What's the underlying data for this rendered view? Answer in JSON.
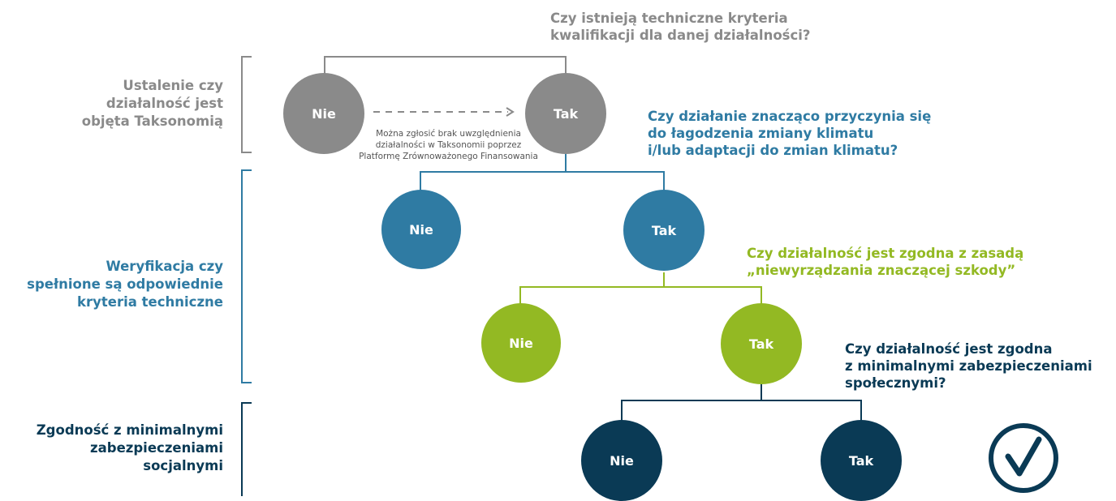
{
  "colors": {
    "gray": "#8a8a8a",
    "blue": "#2f7ba3",
    "green": "#93b923",
    "navy": "#0a3a55"
  },
  "sections": {
    "coverage": "Ustalenie czy\ndziałalność jest\nobjęta Taksonomią",
    "technical": "Weryfikacja czy\nspełnione są odpowiednie\nkryteria techniczne",
    "safeguards": "Zgodność z minimalnymi\nzabezpieczeniami\nsocjalnymi"
  },
  "questions": {
    "q1": "Czy istnieją techniczne kryteria\nkwalifikacji dla danej działalności?",
    "q2": "Czy działanie znacząco przyczynia się\ndo łagodzenia zmiany klimatu\ni/lub adaptacji do zmian klimatu?",
    "q3": "Czy działalność jest zgodna z zasadą\n„niewyrządzania znaczącej szkody”",
    "q4": "Czy działalność jest zgodna\nz minimalnymi zabezpieczeniami\nspołecznymi?"
  },
  "nodes": {
    "l1_no": "Nie",
    "l1_yes": "Tak",
    "l2_no": "Nie",
    "l2_yes": "Tak",
    "l3_no": "Nie",
    "l3_yes": "Tak",
    "l4_no": "Nie",
    "l4_yes": "Tak"
  },
  "note": "Można zgłosić brak uwzględnienia\ndziałalności w Taksonomii poprzez\nPlatformę Zrównoważonego Finansowania",
  "icons": {
    "final": "check-circle-icon",
    "arrow": "dashed-arrow-icon"
  }
}
